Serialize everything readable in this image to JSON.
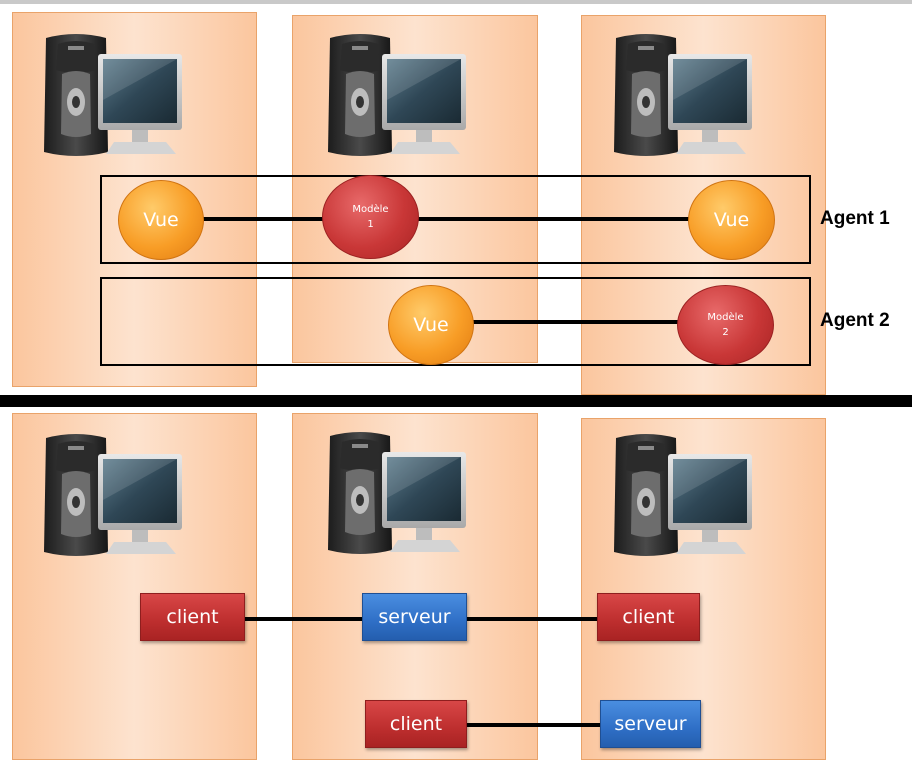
{
  "top_section": {
    "agent1": {
      "label": "Agent 1",
      "view_left": "Vue",
      "model_line1": "Modèle",
      "model_line2": "1",
      "view_right": "Vue"
    },
    "agent2": {
      "label": "Agent 2",
      "view": "Vue",
      "model_line1": "Modèle",
      "model_line2": "2"
    }
  },
  "bottom_section": {
    "row1": {
      "client_left": "client",
      "server": "serveur",
      "client_right": "client"
    },
    "row2": {
      "client": "client",
      "server": "serveur"
    }
  },
  "colors": {
    "column_fill": "#fcd3b4",
    "view": "#f89d26",
    "model": "#c93737",
    "client": "#c0392b",
    "server": "#2f6fc6"
  }
}
